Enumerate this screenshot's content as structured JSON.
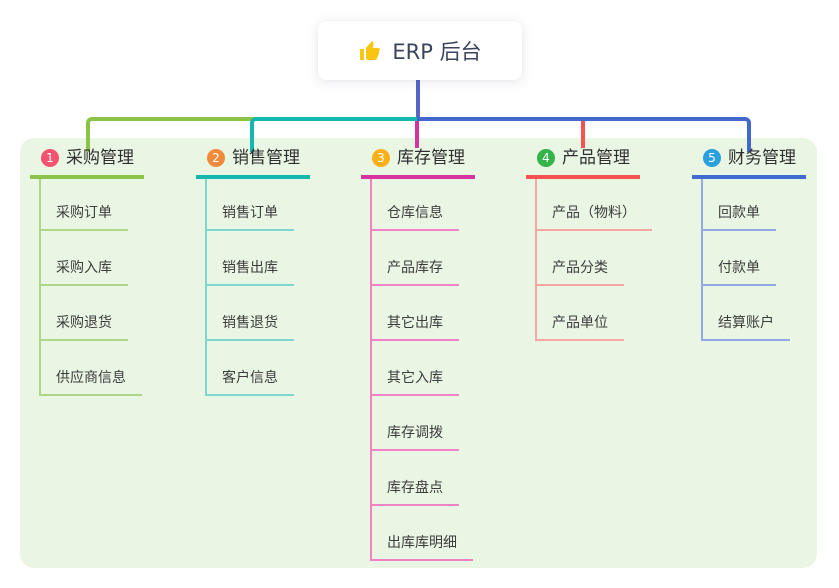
{
  "root": {
    "label": "ERP 后台",
    "icon": "thumbs-up",
    "icon_color": "#F9C513"
  },
  "connectors": {
    "root_drop": "#5565C4",
    "bus_right": "#4467CE"
  },
  "branches": [
    {
      "index": "1",
      "title": "采购管理",
      "badge_color": "#F4536F",
      "line_color": "#8BC34A",
      "light_line_color": "#AFD687",
      "children": [
        "采购订单",
        "采购入库",
        "采购退货",
        "供应商信息"
      ]
    },
    {
      "index": "2",
      "title": "销售管理",
      "badge_color": "#F28A3C",
      "line_color": "#16B7AE",
      "light_line_color": "#7FD6CE",
      "children": [
        "销售订单",
        "销售出库",
        "销售退货",
        "客户信息"
      ]
    },
    {
      "index": "3",
      "title": "库存管理",
      "badge_color": "#FBB016",
      "line_color": "#D5339E",
      "light_line_color": "#F083C5",
      "children": [
        "仓库信息",
        "产品库存",
        "其它出库",
        "其它入库",
        "库存调拨",
        "库存盘点",
        "出库库明细"
      ]
    },
    {
      "index": "4",
      "title": "产品管理",
      "badge_color": "#35B44A",
      "line_color": "#F4534F",
      "light_line_color": "#F8A6A3",
      "children": [
        "产品（物料）",
        "产品分类",
        "产品单位"
      ]
    },
    {
      "index": "5",
      "title": "财务管理",
      "badge_color": "#2BA0DC",
      "line_color": "#3F6BD3",
      "light_line_color": "#93A9E5",
      "children": [
        "回款单",
        "付款单",
        "结算账户"
      ]
    }
  ]
}
